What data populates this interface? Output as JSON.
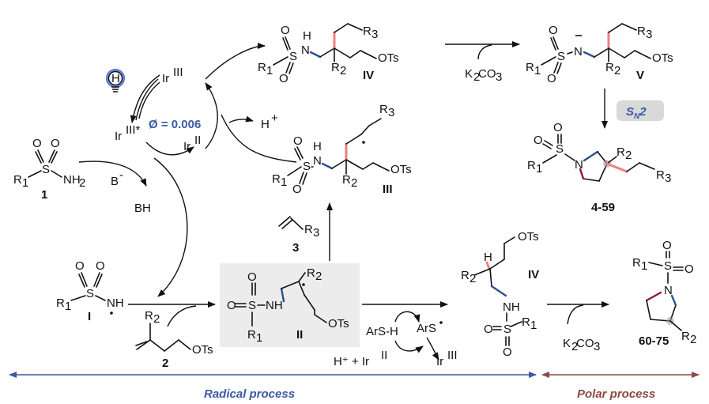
{
  "compounds": {
    "c1_label": "1",
    "c2_label": "2",
    "c3_label": "3",
    "i_label": "I",
    "ii_label": "II",
    "iii_label": "III",
    "iv_label": "IV",
    "v_label": "V",
    "range_a": "4-59",
    "range_b": "60-75"
  },
  "atoms": {
    "S": "S",
    "O": "O",
    "N": "N",
    "H": "H",
    "NH": "NH",
    "NH2": "NH",
    "R1": "R",
    "R2": "R",
    "R3": "R",
    "OTs": "OTs"
  },
  "catalyst": {
    "ir3": "Ir",
    "ir3_sup": "III",
    "ir3star_sup": "III*",
    "ir2": "Ir",
    "ir2_sup": "II",
    "quantum_yield": "Ø =  0.006",
    "bulb_letter": "H"
  },
  "reagents": {
    "hplus": "H",
    "b_minus": "B",
    "bh": "BH",
    "k2co3": "K2CO3",
    "ars_h": "ArS-H",
    "ars_rad": "ArS",
    "h_ir2": "H⁺ + Ir",
    "ir3_bottom": "Ir"
  },
  "sn2_badge": "SN2",
  "footer": {
    "radical": "Radical process",
    "polar": "Polar process"
  },
  "colors": {
    "radical": "#3a5aa0",
    "polar": "#8b4a44",
    "highlight_bond": "#f07f7f",
    "sn2_badge_bg": "#d9d9d9",
    "box_bg": "#ececec"
  }
}
